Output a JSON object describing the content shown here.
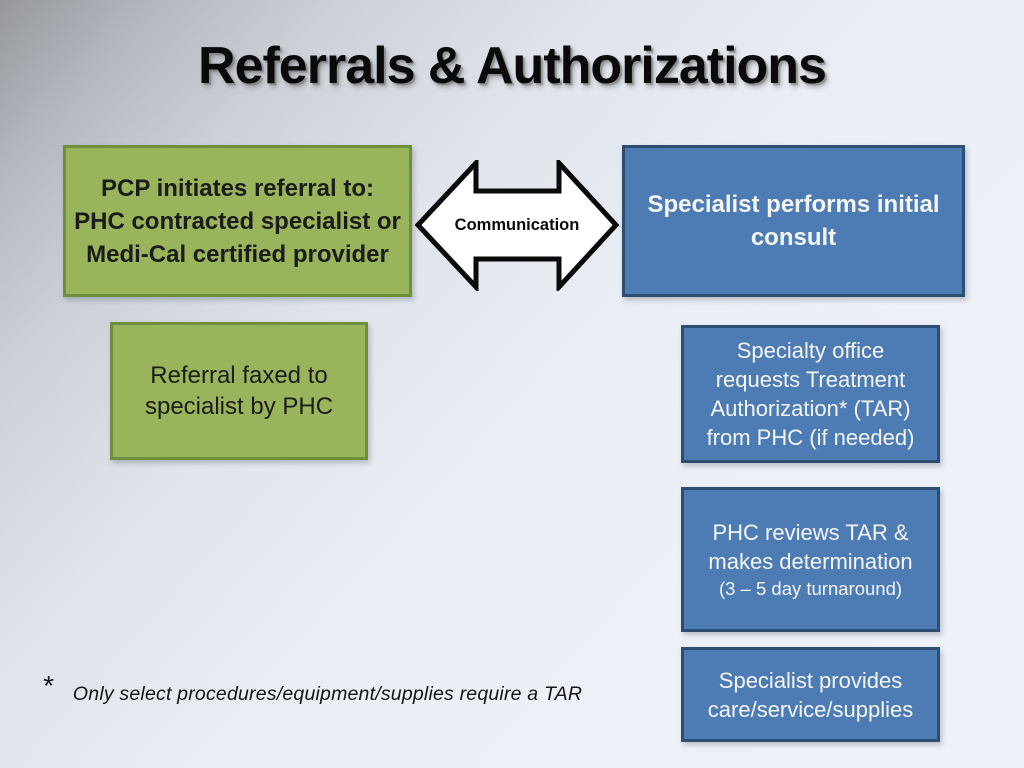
{
  "title": "Referrals & Authorizations",
  "colors": {
    "green_fill": "#9ab45c",
    "green_border": "#6f8f3c",
    "blue_fill": "#4d7cb5",
    "blue_border": "#2d4d71",
    "arrow_fill": "#ffffff",
    "arrow_outline": "#0a0a0a",
    "title_color": "#0a0a0a",
    "blue_box_text": "#f4f5f0",
    "dark_text": "#1c1c1c"
  },
  "diagram": {
    "pcp_referral_box": {
      "lines": [
        "PCP initiates referral to:",
        "PHC contracted specialist or",
        "Medi-Cal certified provider"
      ]
    },
    "communication_arrow": {
      "label": "Communication"
    },
    "specialist_consult_box": {
      "lines": [
        "Specialist performs initial",
        "consult"
      ]
    },
    "referral_faxed_box": {
      "lines": [
        "Referral faxed to",
        "specialist by PHC"
      ]
    },
    "tar_request_box": {
      "lines": [
        "Specialty office",
        "requests Treatment",
        "Authorization* (TAR)",
        "from PHC (if needed)"
      ]
    },
    "phc_review_box": {
      "lines": [
        "PHC reviews TAR &",
        "makes determination"
      ],
      "subtext": "(3 – 5 day turnaround)"
    },
    "specialist_provides_box": {
      "lines": [
        "Specialist provides",
        "care/service/supplies"
      ]
    }
  },
  "footnote": {
    "marker": "*",
    "text": "Only select procedures/equipment/supplies require a TAR"
  }
}
